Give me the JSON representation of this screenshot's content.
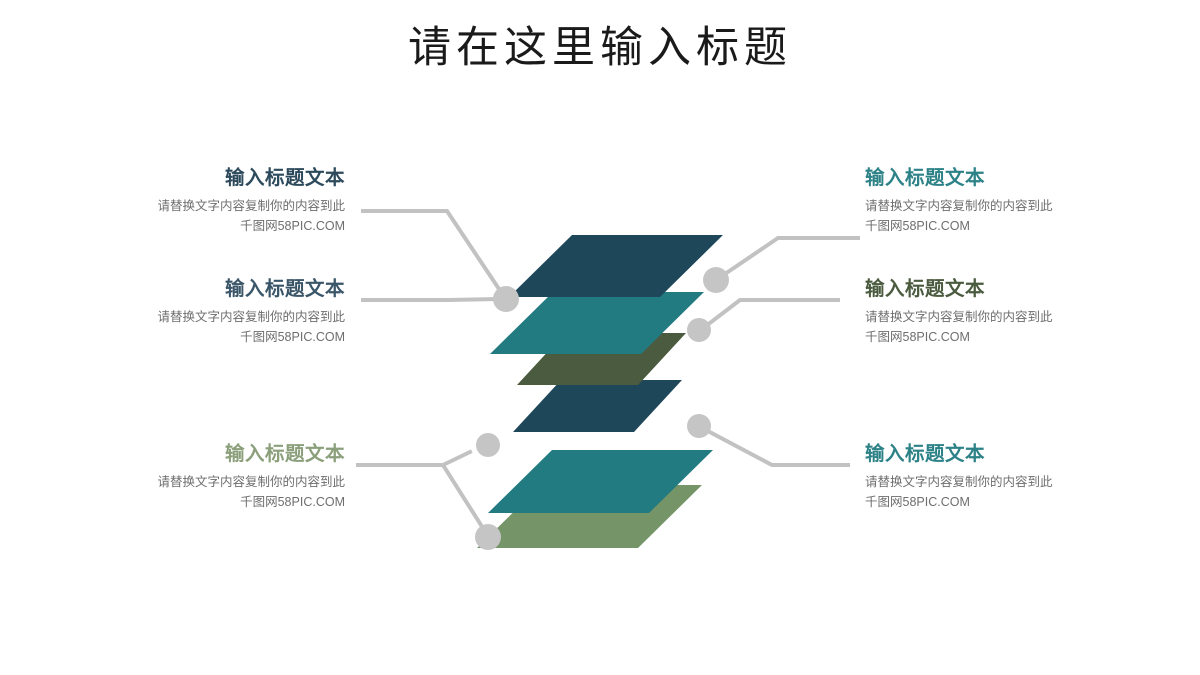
{
  "slide": {
    "title": "请在这里输入标题",
    "background_color": "#ffffff",
    "title_color": "#1a1a1a"
  },
  "common": {
    "heading": "输入标题文本",
    "body_line1": "请替换文字内容复制你的内容到此",
    "body_line2": "千图网58PIC.COM",
    "body_color": "#6e6e6e"
  },
  "blocks": {
    "left": [
      {
        "id": "left-1",
        "heading": "输入标题文本",
        "body_line1": "请替换文字内容复制你的内容到此",
        "body_line2": "千图网58PIC.COM",
        "heading_color": "#2d4a5c",
        "align": "right"
      },
      {
        "id": "left-2",
        "heading": "输入标题文本",
        "body_line1": "请替换文字内容复制你的内容到此",
        "body_line2": "千图网58PIC.COM",
        "heading_color": "#3a5668",
        "align": "right"
      },
      {
        "id": "left-3",
        "heading": "输入标题文本",
        "body_line1": "请替换文字内容复制你的内容到此",
        "body_line2": "千图网58PIC.COM",
        "heading_color": "#8a9f7a",
        "align": "right"
      }
    ],
    "right": [
      {
        "id": "right-1",
        "heading": "输入标题文本",
        "body_line1": "请替换文字内容复制你的内容到此",
        "body_line2": "千图网58PIC.COM",
        "heading_color": "#2c8287",
        "align": "left"
      },
      {
        "id": "right-2",
        "heading": "输入标题文本",
        "body_line1": "请替换文字内容复制你的内容到此",
        "body_line2": "千图网58PIC.COM",
        "heading_color": "#4b5b3f",
        "align": "left"
      },
      {
        "id": "right-3",
        "heading": "输入标题文本",
        "body_line1": "请替换文字内容复制你的内容到此",
        "body_line2": "千图网58PIC.COM",
        "heading_color": "#2c8287",
        "align": "left"
      }
    ]
  },
  "graphic": {
    "name": "stacked-layers-diagram",
    "layer_count": 6,
    "layers": [
      {
        "index": 1,
        "color": "#1e475a",
        "label": "layer-1-dark-navy"
      },
      {
        "index": 2,
        "color": "#237b82",
        "label": "layer-2-teal"
      },
      {
        "index": 3,
        "color": "#4b5b3f",
        "label": "layer-3-olive"
      },
      {
        "index": 4,
        "color": "#1e475a",
        "label": "layer-4-dark-navy"
      },
      {
        "index": 5,
        "color": "#237b82",
        "label": "layer-5-teal"
      },
      {
        "index": 6,
        "color": "#759468",
        "label": "layer-6-sage-green"
      }
    ],
    "connector_color": "#c2c2c2",
    "node_color": "#c5c5c5",
    "node_count": 6
  }
}
